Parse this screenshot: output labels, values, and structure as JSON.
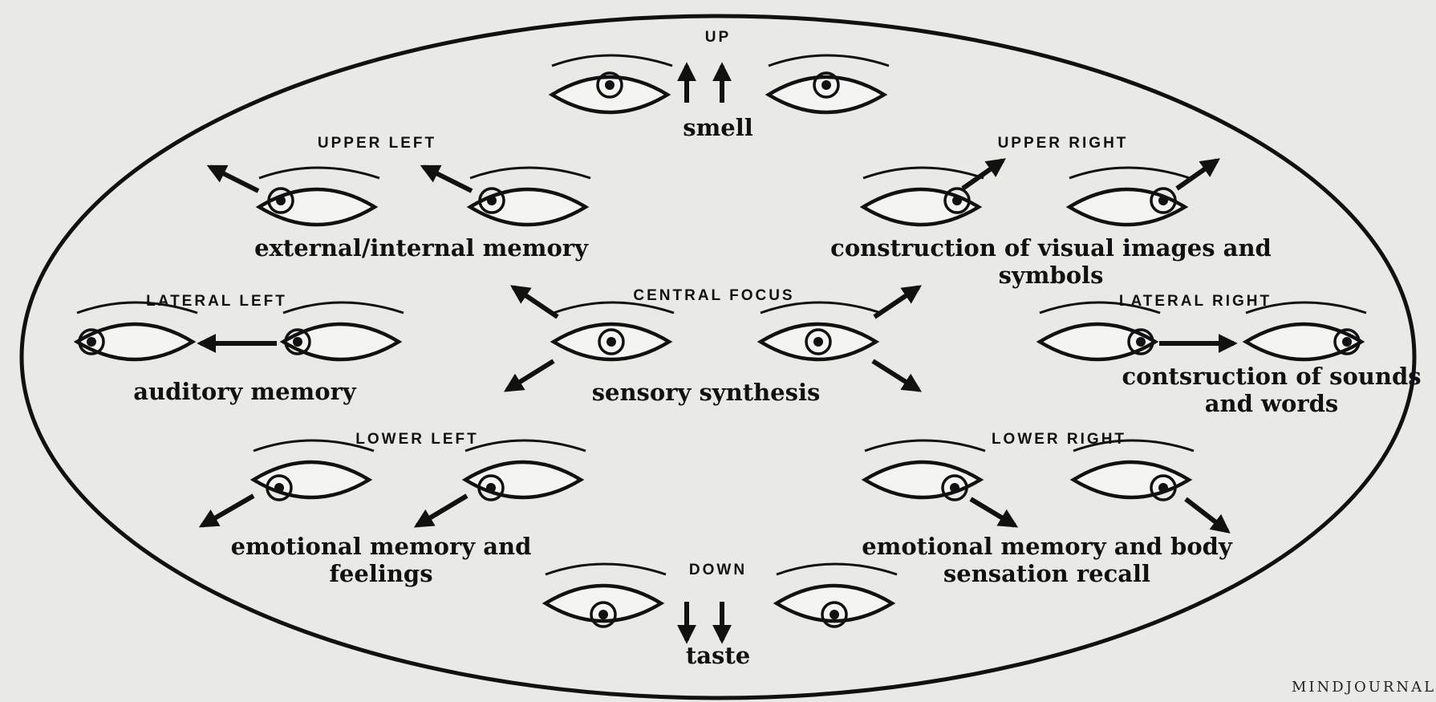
{
  "directions": {
    "up": {
      "heading": "UP",
      "description": "smell"
    },
    "upper_left": {
      "heading": "UPPER LEFT",
      "description": "external/internal memory"
    },
    "upper_right": {
      "heading": "UPPER RIGHT",
      "description": "construction of visual images and symbols"
    },
    "lateral_left": {
      "heading": "LATERAL LEFT",
      "description": "auditory memory"
    },
    "central": {
      "heading": "CENTRAL FOCUS",
      "description": "sensory synthesis"
    },
    "lateral_right": {
      "heading": "LATERAL RIGHT",
      "description": "contsruction of sounds and words"
    },
    "lower_left": {
      "heading": "LOWER LEFT",
      "description": "emotional memory and feelings"
    },
    "lower_right": {
      "heading": "LOWER RIGHT",
      "description": "emotional memory and body sensation recall"
    },
    "down": {
      "heading": "DOWN",
      "description": "taste"
    }
  },
  "watermark": "MINDJOURNAL",
  "colors": {
    "ink": "#111111",
    "background": "#e9e9e6"
  }
}
